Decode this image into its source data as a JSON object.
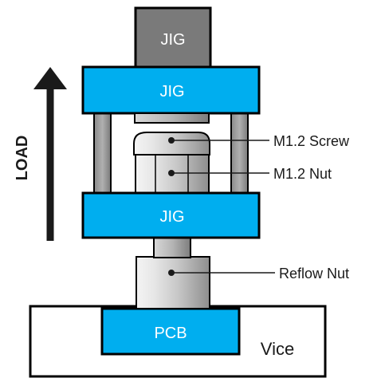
{
  "labels": {
    "jig_top": "JIG",
    "jig_upper": "JIG",
    "jig_lower": "JIG",
    "pcb": "PCB",
    "vice": "Vice",
    "load": "LOAD"
  },
  "callouts": {
    "screw": "M1.2 Screw",
    "nut": "M1.2 Nut",
    "reflow_nut": "Reflow Nut"
  },
  "colors": {
    "jig_blue": "#00aeef",
    "jig_gray": "#7a7a7a",
    "outline": "#000000",
    "text_dark": "#1a1a1a",
    "text_light": "#ffffff",
    "metal_light": "#e8e8e8",
    "metal_mid": "#bdbdbd",
    "metal_dark": "#8c8c8c"
  }
}
